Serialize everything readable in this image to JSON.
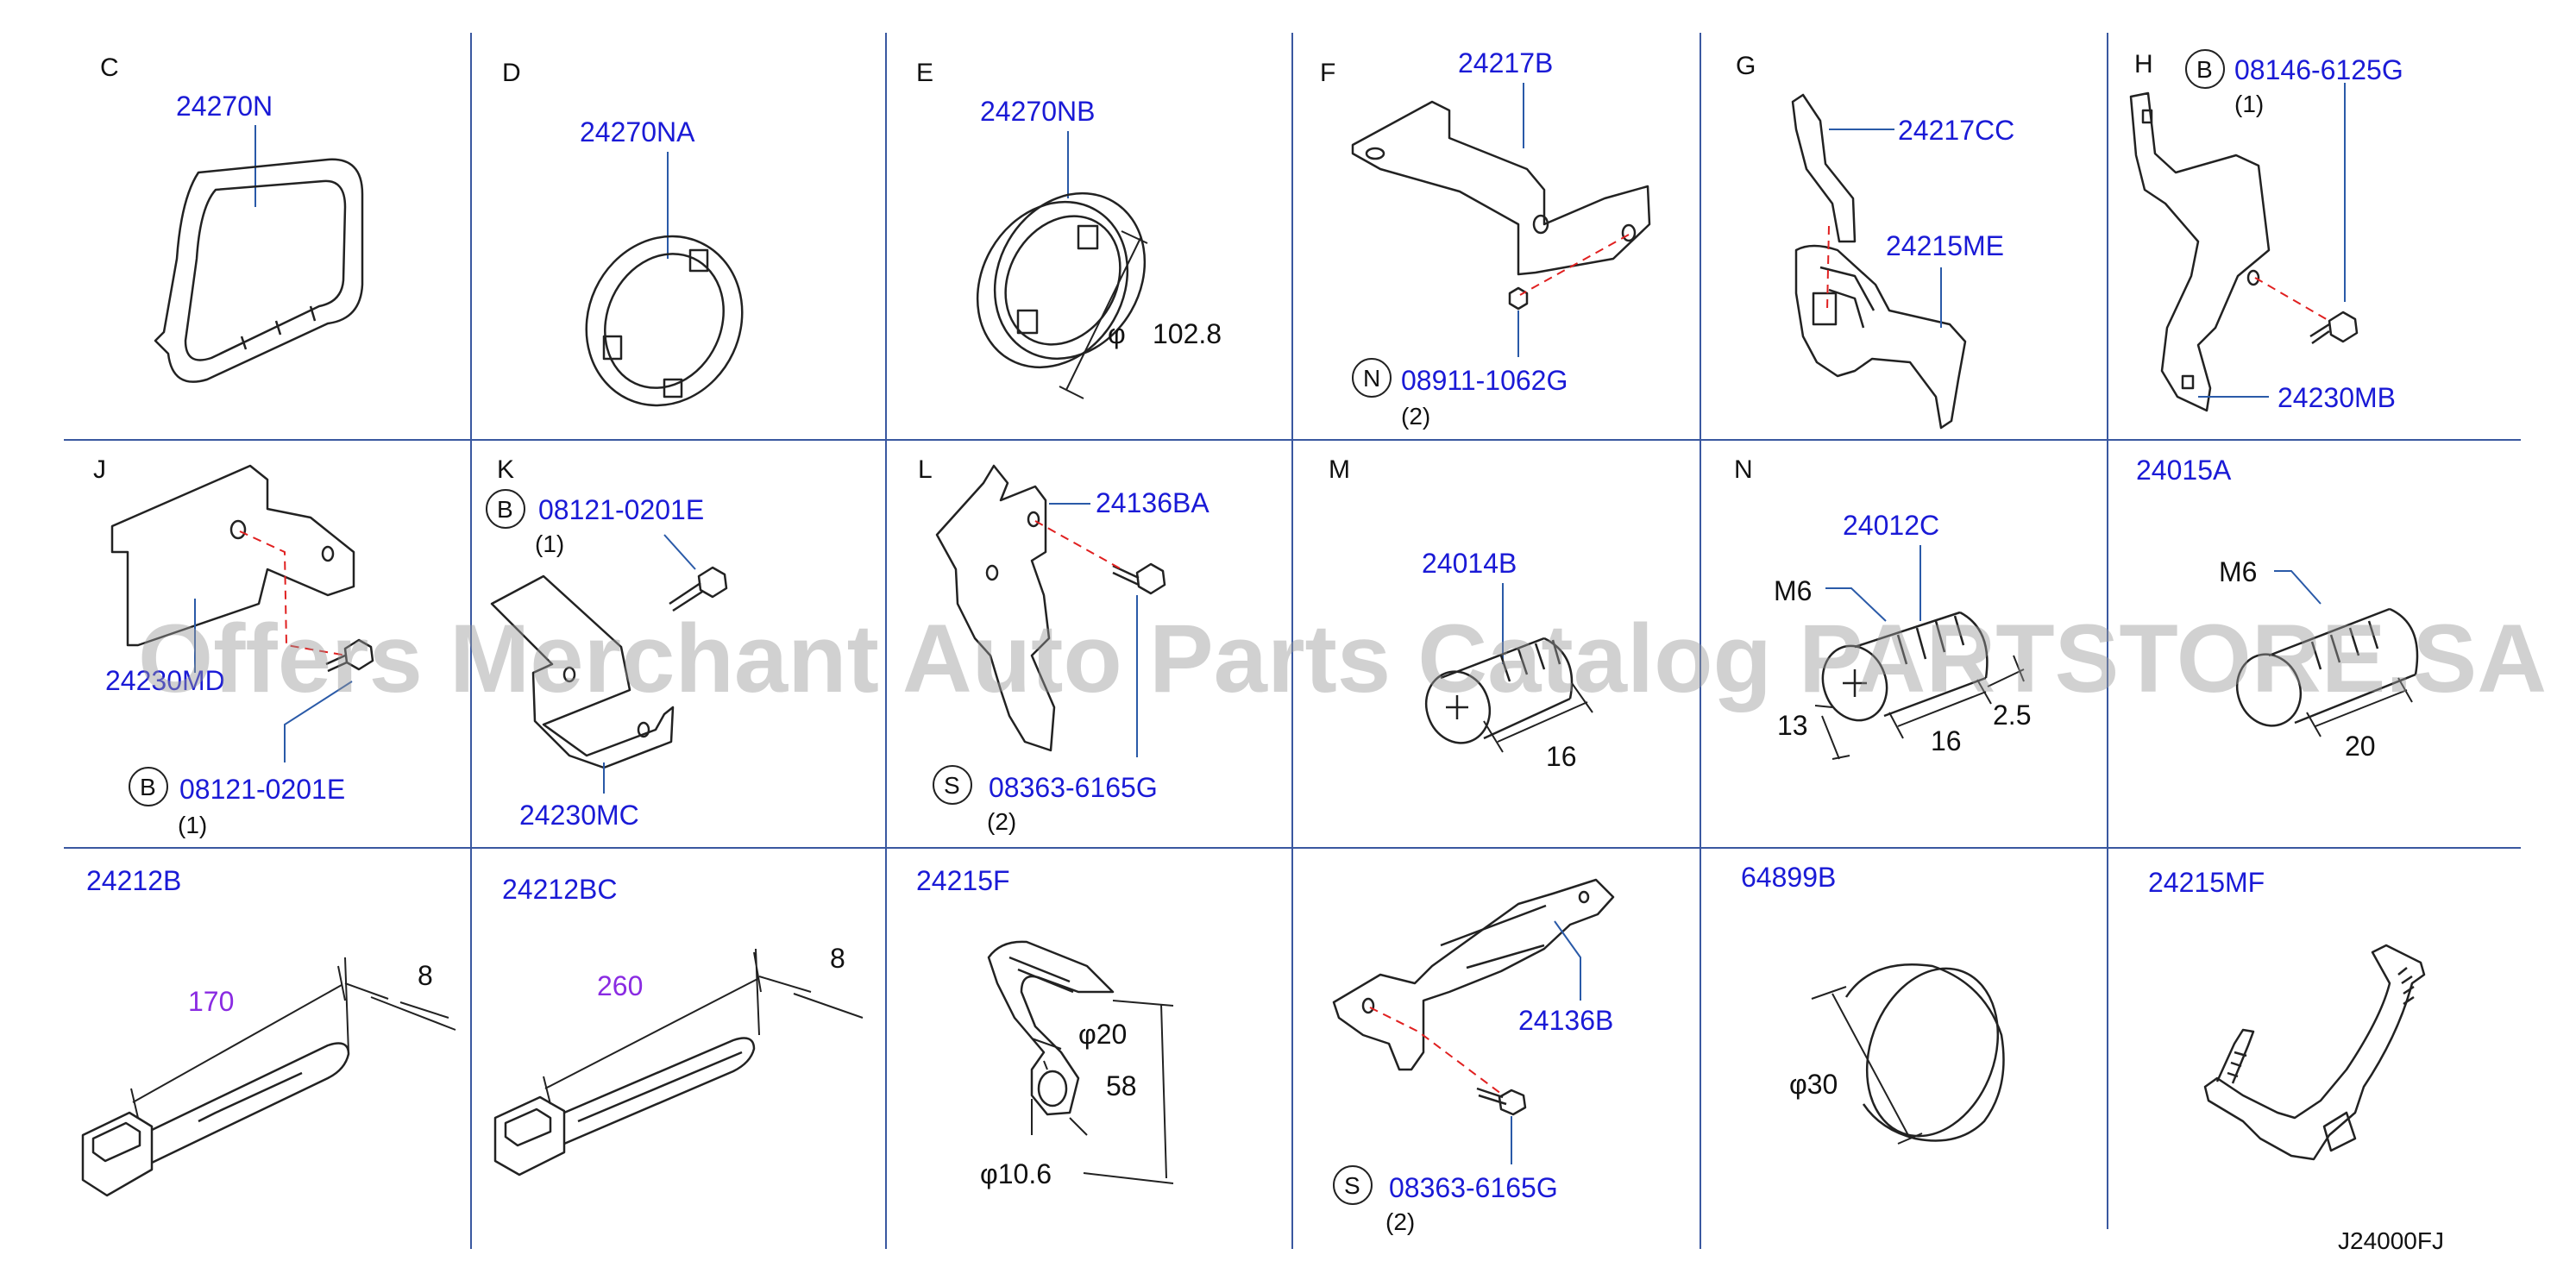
{
  "cells": {
    "C": {
      "letter": "C",
      "part": "24270N"
    },
    "D": {
      "letter": "D",
      "part": "24270NA"
    },
    "E": {
      "letter": "E",
      "part": "24270NB",
      "dim_symbol": "φ",
      "dim_value": "102.8"
    },
    "F": {
      "letter": "F",
      "part": "24217B",
      "fastener_code": "N",
      "fastener_part": "08911-1062G",
      "fastener_qty": "(2)"
    },
    "G": {
      "letter": "G",
      "part": "24217CC",
      "part2": "24215ME"
    },
    "H": {
      "letter": "H",
      "fastener_code": "B",
      "fastener_part": "08146-6125G",
      "fastener_qty": "(1)",
      "part": "24230MB"
    },
    "J": {
      "letter": "J",
      "part": "24230MD",
      "fastener_code": "B",
      "fastener_part": "08121-0201E",
      "fastener_qty": "(1)"
    },
    "K": {
      "letter": "K",
      "fastener_code": "B",
      "fastener_part": "08121-0201E",
      "fastener_qty": "(1)",
      "part": "24230MC"
    },
    "L": {
      "letter": "L",
      "part": "24136BA",
      "fastener_code": "S",
      "fastener_part": "08363-6165G",
      "fastener_qty": "(2)"
    },
    "M": {
      "letter": "M",
      "part": "24014B",
      "dim_length": "16"
    },
    "N": {
      "letter": "N",
      "part": "24012C",
      "thread": "M6",
      "dim_head": "13",
      "dim_length": "16",
      "dim_tip": "2.5"
    },
    "P": {
      "part": "24015A",
      "thread": "M6",
      "dim_length": "20"
    },
    "Q": {
      "part": "24212B",
      "dim_length": "170",
      "dim_width": "8"
    },
    "R": {
      "part": "24212BC",
      "dim_length": "260",
      "dim_width": "8"
    },
    "S1": {
      "part": "24215F",
      "dim_hole": "φ20",
      "dim_height": "58",
      "dim_pin": "φ10.6"
    },
    "T": {
      "part": "24136B",
      "fastener_code": "S",
      "fastener_part": "08363-6165G",
      "fastener_qty": "(2)"
    },
    "U": {
      "part": "64899B",
      "dim_diameter": "φ30"
    },
    "V": {
      "part": "24215MF"
    }
  },
  "drawing_code": "J24000FJ",
  "watermark": "Offers Merchant Auto Parts Catalog PARTSTORE.SA",
  "colors": {
    "part_number": "#1a1ad6",
    "dimension_highlight": "#8a2be2",
    "grid": "#3a58a0",
    "dash_line": "#e02020"
  }
}
